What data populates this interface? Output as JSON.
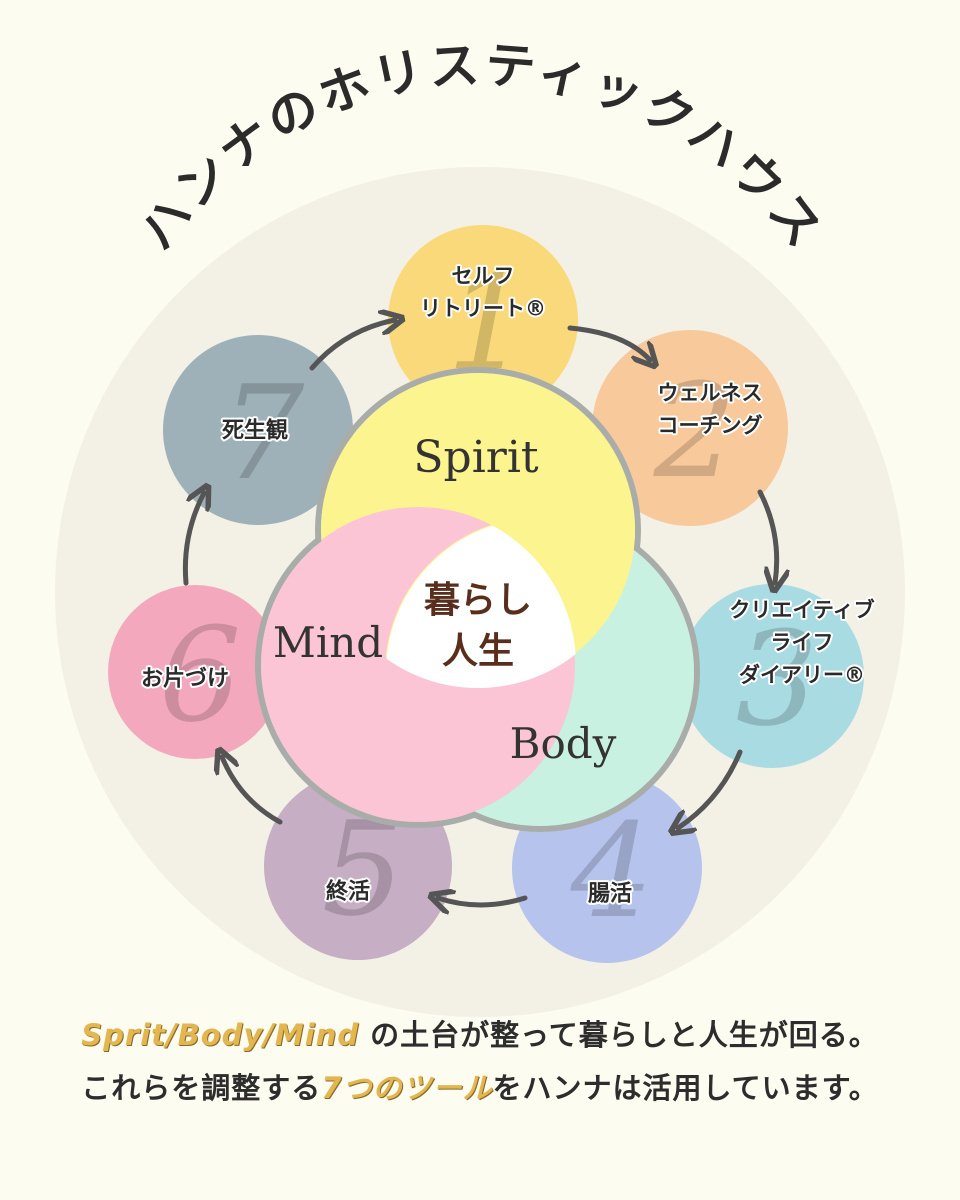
{
  "title": "ハンナのホリスティックハウス",
  "core": {
    "spirit": "Spirit",
    "mind": "Mind",
    "body": "Body",
    "center_line1": "暮らし",
    "center_line2": "人生"
  },
  "tools": [
    {
      "number": "1",
      "label_lines": [
        "セルフ",
        "リトリート®"
      ],
      "color": "#f9d97a"
    },
    {
      "number": "2",
      "label_lines": [
        "ウェルネス",
        "コーチング"
      ],
      "color": "#f8c99a"
    },
    {
      "number": "3",
      "label_lines": [
        "クリエイティブ",
        "ライフ",
        "ダイアリー®"
      ],
      "color": "#a8dbe2"
    },
    {
      "number": "4",
      "label_lines": [
        "腸活"
      ],
      "color": "#b6c3ec"
    },
    {
      "number": "5",
      "label_lines": [
        "終活"
      ],
      "color": "#c6aec4"
    },
    {
      "number": "6",
      "label_lines": [
        "お片づけ"
      ],
      "color": "#f3a8bd"
    },
    {
      "number": "7",
      "label_lines": [
        "死生観"
      ],
      "color": "#9fb1b8"
    }
  ],
  "colors": {
    "background": "#fdfcf0",
    "outer_circle": "#f3f1e6",
    "spirit": "#fcf48e",
    "mind": "#fbc5d6",
    "body": "#c9f1e1",
    "center": "#ffffff",
    "center_text": "#5a2e1c",
    "accent": "#e3b64f"
  },
  "caption": {
    "line1_accent": "Sprit/Body/Mind",
    "line1_rest": " の土台が整って暮らしと人生が回る。",
    "line2_before": "これらを調整する",
    "line2_accent": "7つのツール",
    "line2_after": "をハンナは活用しています。"
  }
}
